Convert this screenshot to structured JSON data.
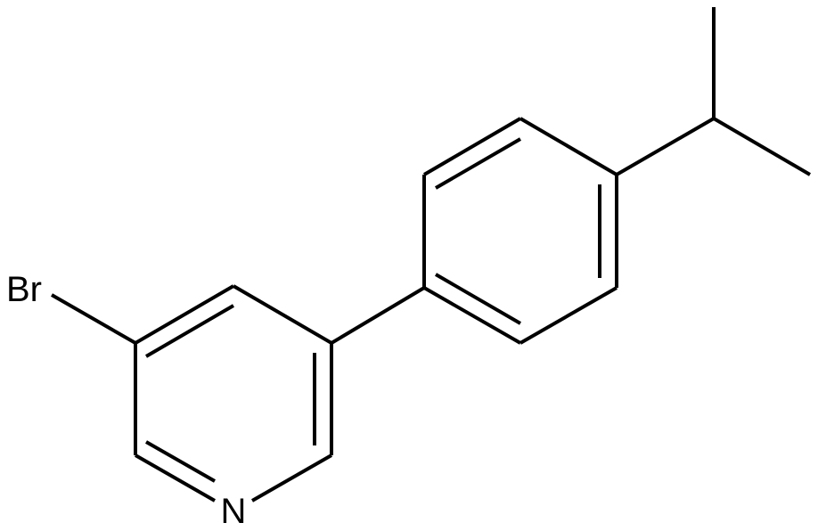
{
  "molecule": {
    "atoms": [
      {
        "id": "br",
        "symbol": "Br"
      },
      {
        "id": "n",
        "symbol": "N"
      }
    ]
  },
  "colors": {
    "bond": "#000000",
    "label": "#000000",
    "background": "#ffffff"
  }
}
